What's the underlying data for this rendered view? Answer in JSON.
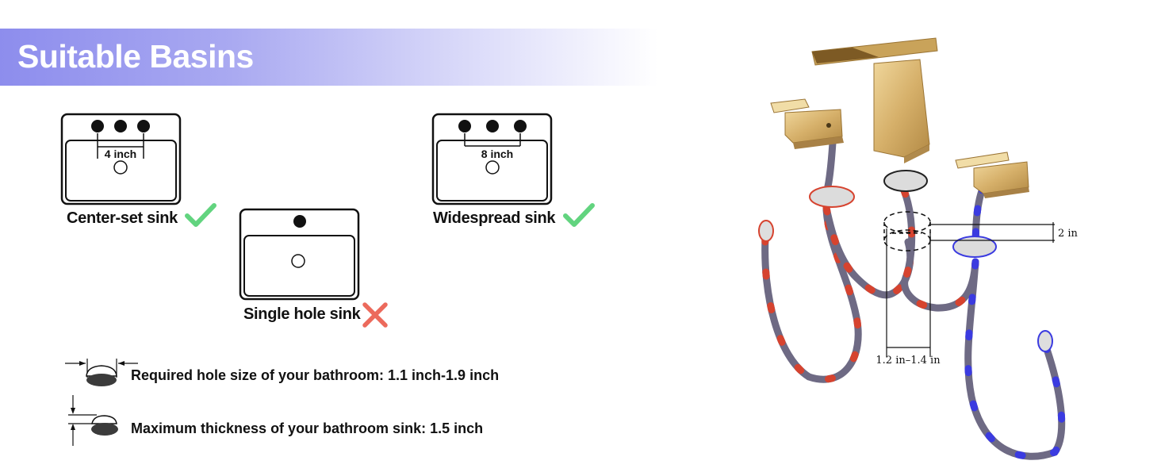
{
  "title": "Suitable Basins",
  "sinks": {
    "center_set": {
      "label": "Center-set sink",
      "spacing": "4 inch",
      "status": "check"
    },
    "single_hole": {
      "label": "Single hole sink",
      "status": "cross"
    },
    "widespread": {
      "label": "Widespread sink",
      "spacing": "8 inch",
      "status": "check"
    }
  },
  "notes": {
    "hole_size": "Required hole size of your bathroom: 1.1 inch-1.9 inch",
    "thickness": "Maximum thickness of your bathroom sink: 1.5 inch"
  },
  "faucet": {
    "height_dim": "2 in",
    "width_dim": "1.2 in–1.4 in"
  },
  "colors": {
    "check": "#62d47f",
    "cross": "#ec6a5c",
    "gold": "#d6b06a",
    "hose": "#6e6a84",
    "hot": "#d6432f",
    "cold": "#3b3be0"
  }
}
